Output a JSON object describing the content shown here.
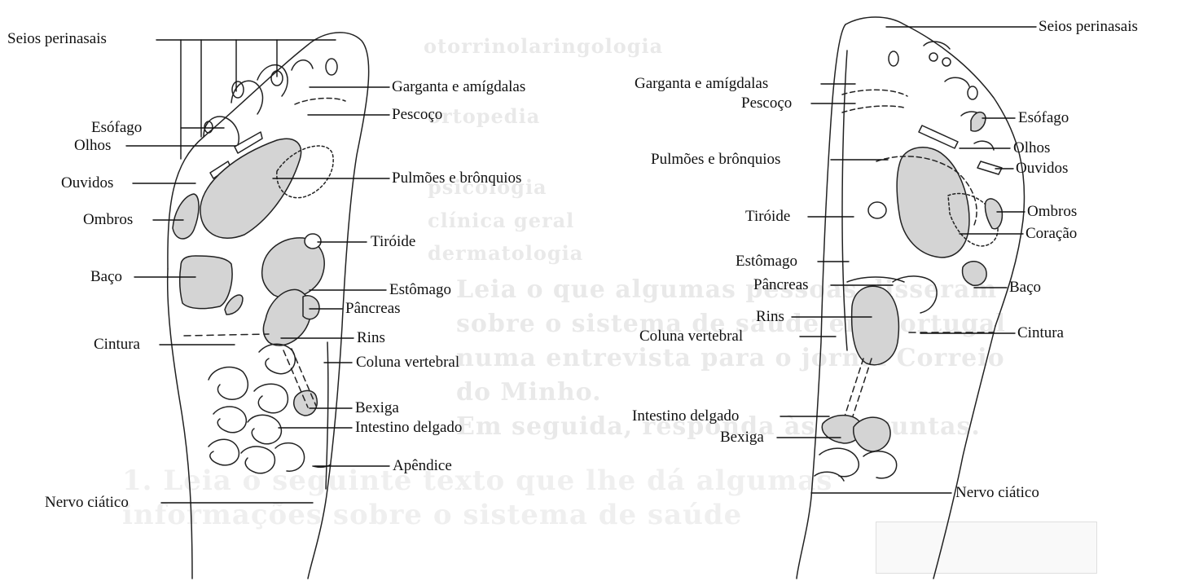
{
  "left_foot": {
    "labels": {
      "seios": "Seios perinasais",
      "garganta": "Garganta e amígdalas",
      "pescoco": "Pescoço",
      "esofago": "Esófago",
      "olhos": "Olhos",
      "ouvidos": "Ouvidos",
      "pulmoes": "Pulmões e brônquios",
      "ombros": "Ombros",
      "tiroide": "Tiróide",
      "baco": "Baço",
      "estomago": "Estômago",
      "pancreas": "Pâncreas",
      "cintura": "Cintura",
      "rins": "Rins",
      "coluna": "Coluna vertebral",
      "bexiga": "Bexiga",
      "intestino": "Intestino delgado",
      "apendice": "Apêndice",
      "nervo": "Nervo ciático"
    }
  },
  "right_foot": {
    "labels": {
      "seios": "Seios perinasais",
      "garganta": "Garganta e amígdalas",
      "pescoco": "Pescoço",
      "esofago": "Esófago",
      "pulmoes": "Pulmões e brônquios",
      "olhos": "Olhos",
      "ouvidos": "Ouvidos",
      "ombros": "Ombros",
      "tiroide": "Tiróide",
      "coracao": "Coração",
      "estomago": "Estômago",
      "pancreas": "Pâncreas",
      "baco": "Baço",
      "rins": "Rins",
      "coluna": "Coluna vertebral",
      "cintura": "Cintura",
      "intestino": "Intestino delgado",
      "bexiga": "Bexiga",
      "nervo": "Nervo ciático"
    }
  },
  "colors": {
    "organ_fill": "#d4d4d4",
    "stroke": "#222222"
  }
}
